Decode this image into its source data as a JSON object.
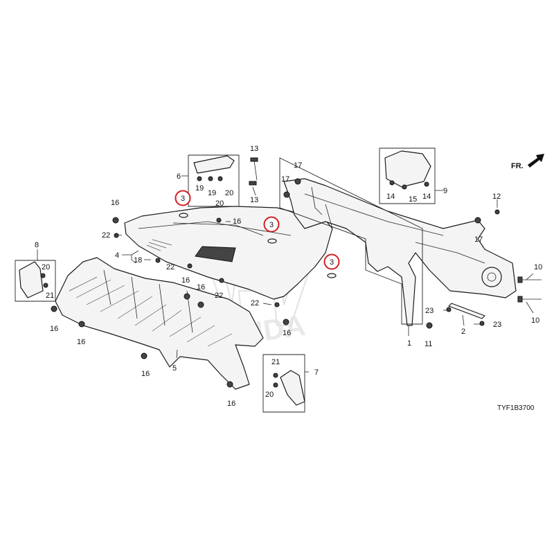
{
  "diagram": {
    "code": "TYF1B3700",
    "front_marker": "FR.",
    "watermark": "HONDA",
    "callouts": [
      {
        "id": "c1",
        "text": "1"
      },
      {
        "id": "c2",
        "text": "2"
      },
      {
        "id": "c3a",
        "text": "3",
        "highlighted": true
      },
      {
        "id": "c3b",
        "text": "3",
        "highlighted": true
      },
      {
        "id": "c3c",
        "text": "3",
        "highlighted": true
      },
      {
        "id": "c4",
        "text": "4"
      },
      {
        "id": "c5",
        "text": "5"
      },
      {
        "id": "c6",
        "text": "6"
      },
      {
        "id": "c7",
        "text": "7"
      },
      {
        "id": "c8",
        "text": "8"
      },
      {
        "id": "c9",
        "text": "9"
      },
      {
        "id": "c10a",
        "text": "10"
      },
      {
        "id": "c10b",
        "text": "10"
      },
      {
        "id": "c11",
        "text": "11"
      },
      {
        "id": "c12",
        "text": "12"
      },
      {
        "id": "c13a",
        "text": "13"
      },
      {
        "id": "c13b",
        "text": "13"
      },
      {
        "id": "c14a",
        "text": "14"
      },
      {
        "id": "c14b",
        "text": "14"
      },
      {
        "id": "c15",
        "text": "15"
      },
      {
        "id": "c16a",
        "text": "16"
      },
      {
        "id": "c16b",
        "text": "16"
      },
      {
        "id": "c16c",
        "text": "16"
      },
      {
        "id": "c16d",
        "text": "16"
      },
      {
        "id": "c16e",
        "text": "16"
      },
      {
        "id": "c16f",
        "text": "16"
      },
      {
        "id": "c16g",
        "text": "16"
      },
      {
        "id": "c16h",
        "text": "16"
      },
      {
        "id": "c16i",
        "text": "16"
      },
      {
        "id": "c16j",
        "text": "16"
      },
      {
        "id": "c17a",
        "text": "17"
      },
      {
        "id": "c17b",
        "text": "17"
      },
      {
        "id": "c17c",
        "text": "17"
      },
      {
        "id": "c18",
        "text": "18"
      },
      {
        "id": "c19a",
        "text": "19"
      },
      {
        "id": "c19b",
        "text": "19"
      },
      {
        "id": "c20a",
        "text": "20"
      },
      {
        "id": "c20b",
        "text": "20"
      },
      {
        "id": "c20c",
        "text": "20"
      },
      {
        "id": "c20d",
        "text": "20"
      },
      {
        "id": "c21a",
        "text": "21"
      },
      {
        "id": "c21b",
        "text": "21"
      },
      {
        "id": "c22a",
        "text": "22"
      },
      {
        "id": "c22b",
        "text": "22"
      },
      {
        "id": "c22c",
        "text": "22"
      },
      {
        "id": "c22d",
        "text": "22"
      },
      {
        "id": "c23a",
        "text": "23"
      },
      {
        "id": "c23b",
        "text": "23"
      }
    ]
  }
}
